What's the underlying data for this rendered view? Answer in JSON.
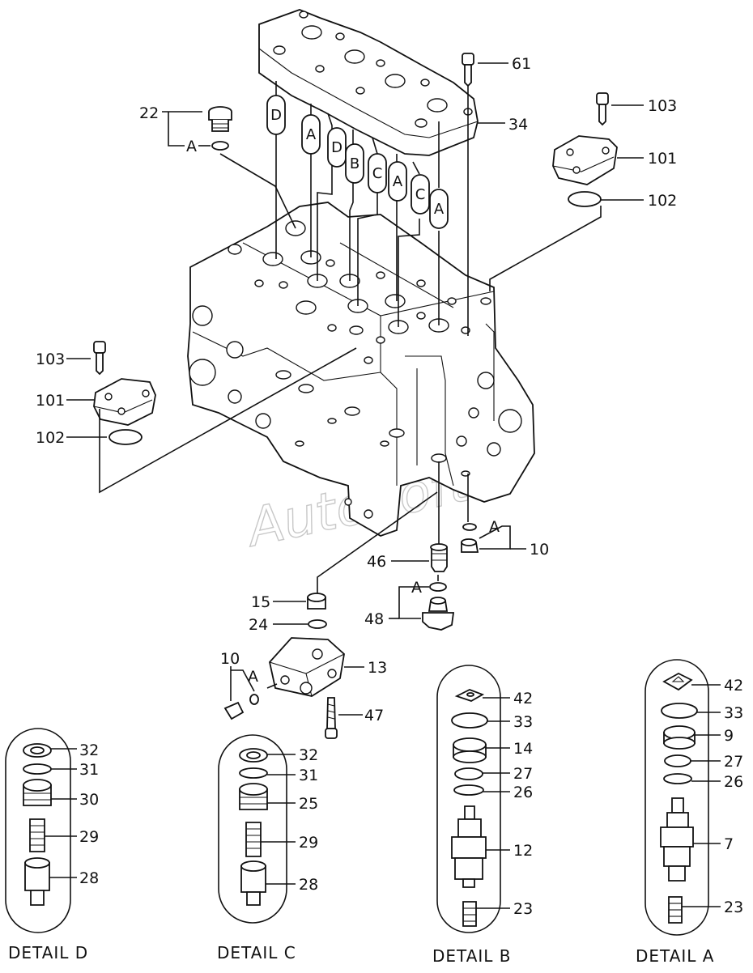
{
  "watermark": "AutoSoft",
  "captions": {
    "detail_d": "DETAIL D",
    "detail_c": "DETAIL C",
    "detail_b": "DETAIL B",
    "detail_a": "DETAIL A"
  },
  "callouts": {
    "n22": "22",
    "n61": "61",
    "n34": "34",
    "n103_top": "103",
    "n101_top": "101",
    "n102_top": "102",
    "n103_left": "103",
    "n101_left": "101",
    "n102_left": "102",
    "n10_right": "10",
    "n46": "46",
    "n48": "48",
    "n15": "15",
    "n24": "24",
    "n13": "13",
    "n10_lower": "10",
    "n47": "47",
    "d32": "32",
    "d31": "31",
    "d30": "30",
    "d29": "29",
    "d28": "28",
    "c32": "32",
    "c31": "31",
    "c25": "25",
    "c29": "29",
    "c28": "28",
    "b42": "42",
    "b33": "33",
    "b14": "14",
    "b27": "27",
    "b26": "26",
    "b12": "12",
    "b23": "23",
    "a42": "42",
    "a33": "33",
    "a9": "9",
    "a27": "27",
    "a26": "26",
    "a7": "7",
    "a23": "23"
  },
  "ref_letters": {
    "a_22": "A",
    "a_10right": "A",
    "a_48": "A",
    "a_10lower": "A"
  },
  "spool_tags": [
    "D",
    "A",
    "D",
    "B",
    "C",
    "A",
    "C",
    "A"
  ]
}
